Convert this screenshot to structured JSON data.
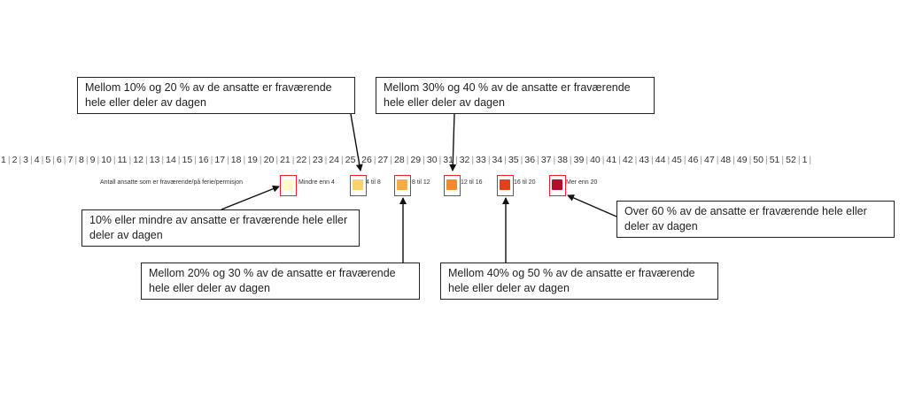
{
  "weeks": [
    "1",
    "2",
    "3",
    "4",
    "5",
    "6",
    "7",
    "8",
    "9",
    "10",
    "11",
    "12",
    "13",
    "14",
    "15",
    "16",
    "17",
    "18",
    "19",
    "20",
    "21",
    "22",
    "23",
    "24",
    "25",
    "26",
    "27",
    "28",
    "29",
    "30",
    "31",
    "32",
    "33",
    "34",
    "35",
    "36",
    "37",
    "38",
    "39",
    "40",
    "41",
    "42",
    "43",
    "44",
    "45",
    "46",
    "47",
    "48",
    "49",
    "50",
    "51",
    "52",
    "1"
  ],
  "legend": {
    "title": "Antall ansatte som er fraværende/på ferie/permisjon",
    "items": [
      {
        "label": "Mindre enn 4",
        "color": "#fffbc8"
      },
      {
        "label": "4 til 8",
        "color": "#f9d26b"
      },
      {
        "label": "8 til 12",
        "color": "#f5ac45"
      },
      {
        "label": "12 til 16",
        "color": "#ef8a2e"
      },
      {
        "label": "16 til 20",
        "color": "#e0421e"
      },
      {
        "label": "Mer enn 20",
        "color": "#b0102a"
      }
    ]
  },
  "callouts": {
    "c1": "Mellom 10% og 20 % av de ansatte er fraværende hele eller deler av dagen",
    "c2": "Mellom 30% og 40 % av de ansatte er fraværende hele eller deler av dagen",
    "c3": "10% eller mindre av ansatte er fraværende hele eller deler av dagen",
    "c4": "Mellom 20% og 30 % av de ansatte er fraværende hele eller deler av dagen",
    "c5": "Mellom 40% og 50 % av de ansatte er fraværende hele eller deler av dagen",
    "c6": "Over 60 % av de ansatte er fraværende hele eller deler av dagen"
  }
}
